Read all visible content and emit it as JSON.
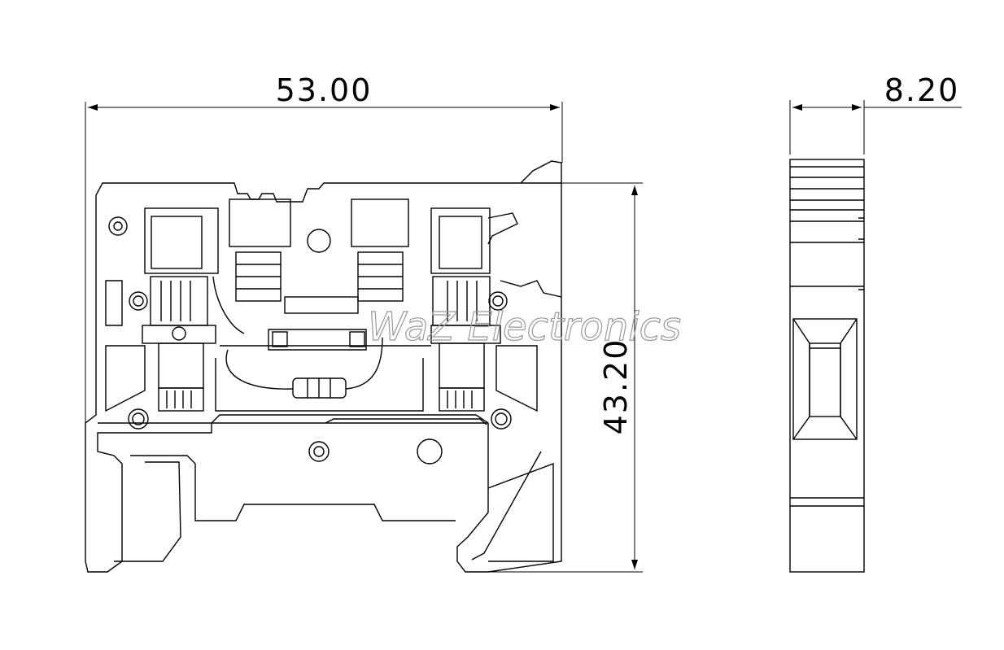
{
  "dimensions": {
    "width": "53.00",
    "height": "43.20",
    "depth": "8.20"
  },
  "watermark": "WaZ Electronics",
  "colors": {
    "line": "#000000",
    "watermark": "#9a9a9a",
    "background": "#ffffff"
  }
}
